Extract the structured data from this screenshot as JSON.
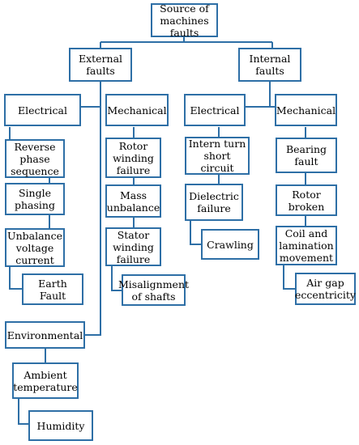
{
  "diagram": {
    "line_color": "#2e6fa6",
    "nodes": {
      "root": "Source of machines faults",
      "external": "External faults",
      "internal": "Internal faults",
      "ext_electrical": "Electrical",
      "ext_mechanical": "Mechanical",
      "int_electrical": "Electrical",
      "int_mechanical": "Mechanical",
      "reverse_phase": "Reverse phase sequence",
      "single_phasing": "Single phasing",
      "unbalance_voltage": "Unbalance voltage current",
      "earth_fault": "Earth Fault",
      "rotor_winding": "Rotor winding failure",
      "mass_unbalance": "Mass unbalance",
      "stator_winding": "Stator winding failure",
      "misalignment": "Misalignment of shafts",
      "intern_turn": "Intern turn short circuit",
      "dielectric": "Dielectric failure",
      "crawling": "Crawling",
      "bearing": "Bearing fault",
      "rotor_broken": "Rotor broken",
      "coil_lamination": "Coil and lamination movement",
      "air_gap": "Air gap eccentricity",
      "environmental": "Environmental",
      "ambient": "Ambient temperature",
      "humidity": "Humidity"
    }
  }
}
